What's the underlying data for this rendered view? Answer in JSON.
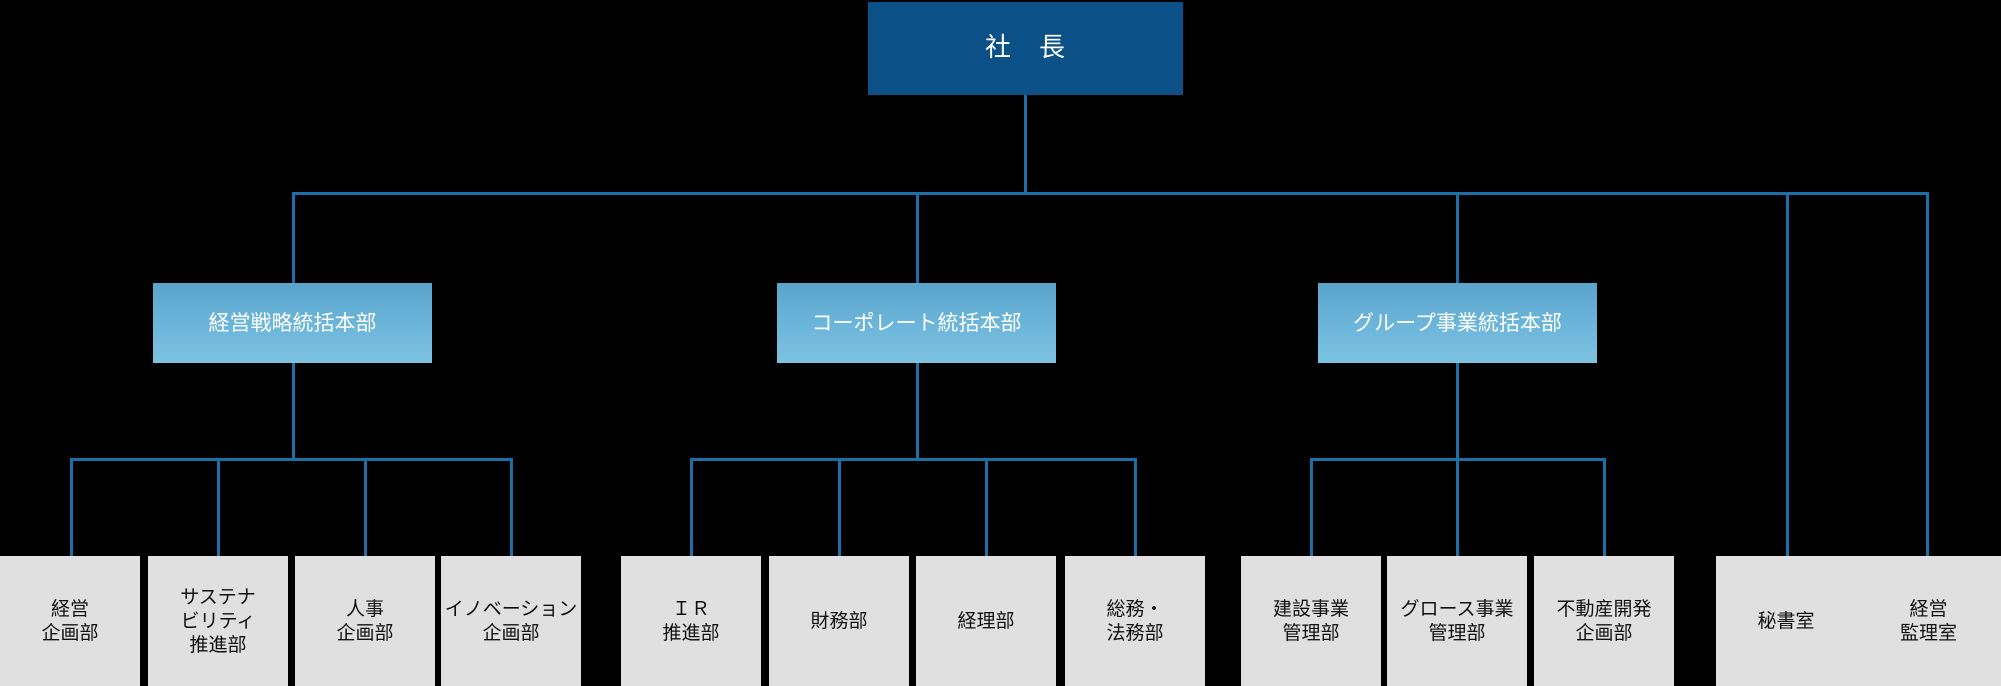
{
  "meta": {
    "title": "組織図",
    "colors": {
      "background": "#000000",
      "president_box": "#0B5087",
      "division_box_top": "#5AA4CC",
      "division_box_bottom": "#7CC2E1",
      "department_box": "#E0E0E0",
      "connector_line": "#1D6FA8",
      "president_text": "#FFFFFF",
      "division_text": "#FFFFFF",
      "department_text": "#111111"
    }
  },
  "president": {
    "label": "社　長"
  },
  "divisions": [
    {
      "label": "経営戦略統括本部"
    },
    {
      "label": "コーポレート統括本部"
    },
    {
      "label": "グループ事業統括本部"
    }
  ],
  "departments": [
    {
      "lines": [
        "経営",
        "企画部"
      ]
    },
    {
      "lines": [
        "サステナ",
        "ビリティ",
        "推進部"
      ]
    },
    {
      "lines": [
        "人事",
        "企画部"
      ]
    },
    {
      "lines": [
        "イノベーション",
        "企画部"
      ]
    },
    {
      "lines": [
        "ＩＲ",
        "推進部"
      ]
    },
    {
      "lines": [
        "財務部"
      ]
    },
    {
      "lines": [
        "経理部"
      ]
    },
    {
      "lines": [
        "総務・",
        "法務部"
      ]
    },
    {
      "lines": [
        "建設事業",
        "管理部"
      ]
    },
    {
      "lines": [
        "グロース事業",
        "管理部"
      ]
    },
    {
      "lines": [
        "不動産開発",
        "企画部"
      ]
    },
    {
      "lines": [
        "秘書室"
      ]
    },
    {
      "lines": [
        "経営",
        "監理室"
      ]
    }
  ]
}
